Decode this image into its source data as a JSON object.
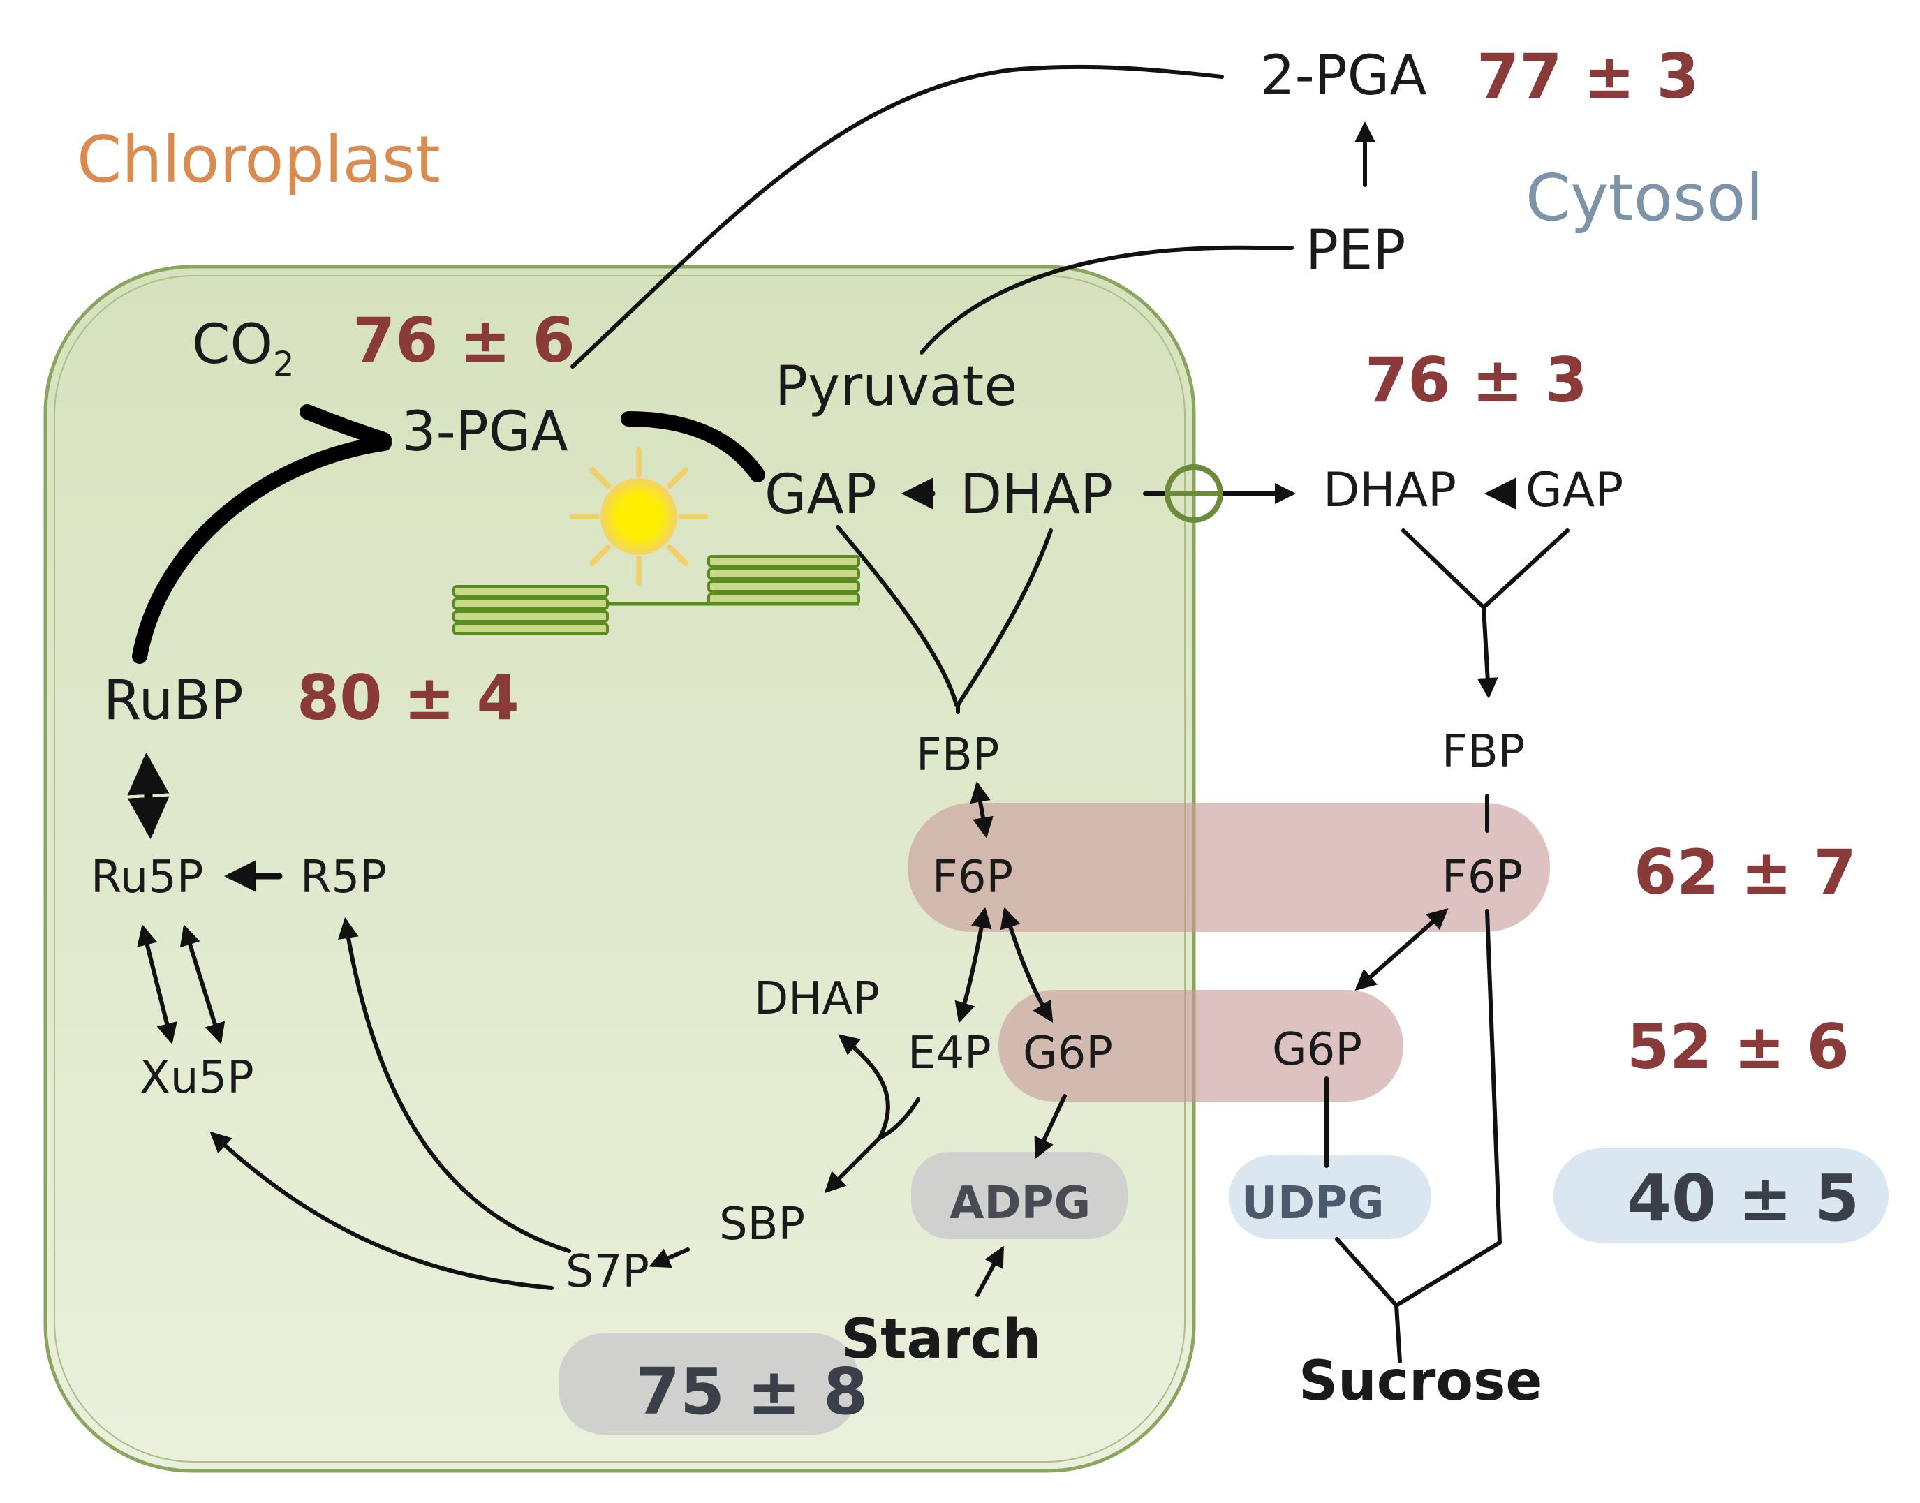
{
  "regions": {
    "chloroplast_label": "Chloroplast",
    "cytosol_label": "Cytosol"
  },
  "metabolites": {
    "co2": "CO",
    "co2_sub": "2",
    "pga3": "3-PGA",
    "pga2": "2-PGA",
    "pep": "PEP",
    "pyruvate": "Pyruvate",
    "gap_chl": "GAP",
    "dhap_chl": "DHAP",
    "dhap_cyt": "DHAP",
    "gap_cyt": "GAP",
    "rubp": "RuBP",
    "fbp_chl": "FBP",
    "fbp_cyt": "FBP",
    "f6p_chl": "F6P",
    "f6p_cyt": "F6P",
    "ru5p": "Ru5P",
    "r5p": "R5P",
    "xu5p": "Xu5P",
    "dhap_calvin": "DHAP",
    "e4p": "E4P",
    "g6p_chl": "G6P",
    "g6p_cyt": "G6P",
    "sbp": "SBP",
    "s7p": "S7P",
    "adpg": "ADPG",
    "udpg": "UDPG",
    "starch": "Starch",
    "sucrose": "Sucrose"
  },
  "values": {
    "pga2": "77 ± 3",
    "co2": "76 ± 6",
    "triose": "76 ± 3",
    "rubp": "80 ± 4",
    "f6p": "62 ± 7",
    "g6p": "52 ± 6",
    "udpg": "40 ± 5",
    "adpg": "75 ± 8"
  },
  "colors": {
    "chloroplast_fill": "#dfe8cc",
    "chloroplast_border": "#8aa55e",
    "value_text": "#8b3a3a",
    "hexose_band": "#c89a9a",
    "udpg_band": "#d8e6ef",
    "adpg_band": "#cfcfcf",
    "thylakoid": "#6a9a2c",
    "sun": "#ffee00"
  },
  "icons": [
    "sun-icon",
    "thylakoid-icon",
    "transporter-icon"
  ]
}
